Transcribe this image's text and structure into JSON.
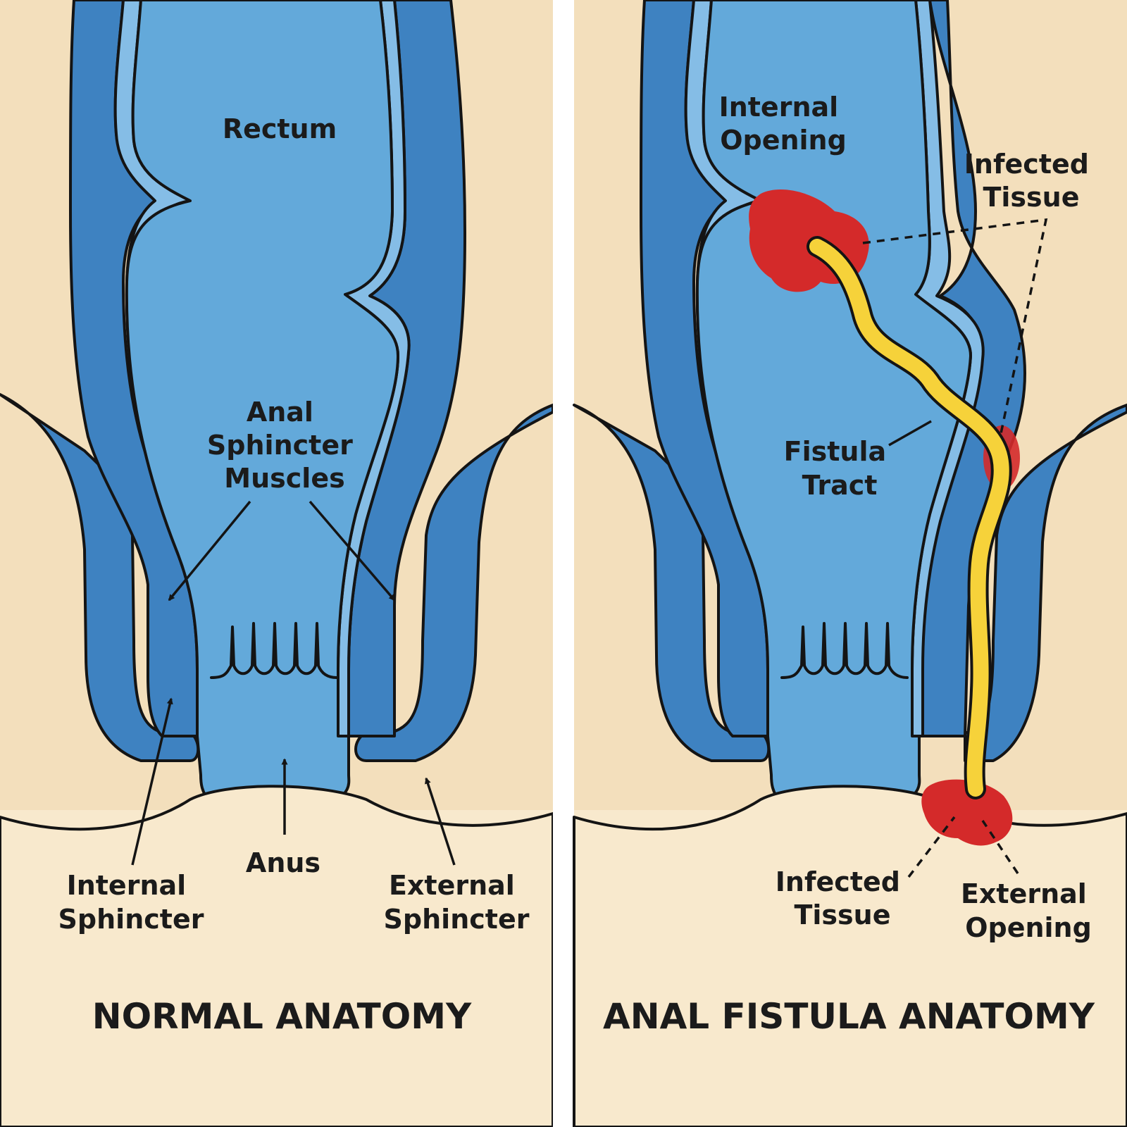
{
  "left_panel": {
    "title": "NORMAL ANATOMY",
    "labels": {
      "rectum": "Rectum",
      "anal_sphincter_muscles": [
        "Anal",
        "Sphincter",
        "Muscles"
      ],
      "anus": "Anus",
      "internal_sphincter": [
        "Internal",
        "Sphincter"
      ],
      "external_sphincter": [
        "External",
        "Sphincter"
      ]
    }
  },
  "right_panel": {
    "title": "ANAL FISTULA ANATOMY",
    "labels": {
      "internal_opening": [
        "Internal",
        "Opening"
      ],
      "infected_tissue_top": [
        "Infected",
        "Tissue"
      ],
      "fistula_tract": [
        "Fistula",
        "Tract"
      ],
      "infected_tissue_bottom": [
        "Infected",
        "Tissue"
      ],
      "external_opening": [
        "External",
        "Opening"
      ]
    }
  },
  "colors": {
    "skin": "#f3dfbc",
    "muscle_dark": "#3e82c1",
    "muscle_light": "#85bde6",
    "lumen": "#63a9da",
    "infection": "#d42a2a",
    "tract": "#f6d23a",
    "divider": "#ffffff"
  }
}
